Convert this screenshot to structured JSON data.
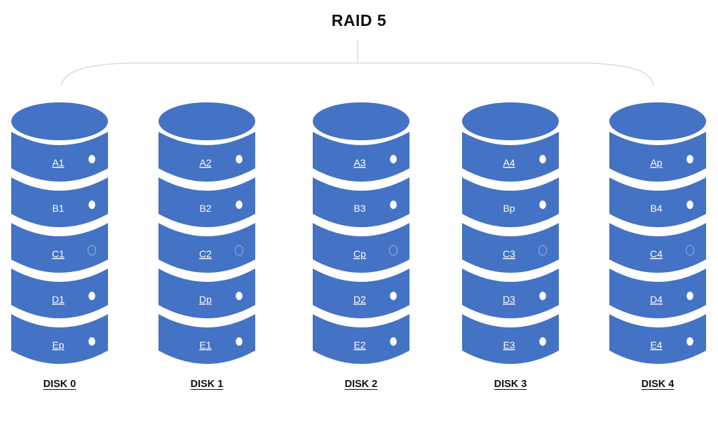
{
  "title": "RAID 5",
  "colors": {
    "disk_blue": "#4472C4",
    "led_white": "#FFFFFF",
    "led_ring": "#8FA3DA",
    "connector_gray": "#D6D6D6",
    "text_black": "#111111",
    "block_text": "#FFFFFF"
  },
  "disks": [
    {
      "label": "DISK 0",
      "blocks": [
        {
          "text": "A1",
          "underline": true,
          "led": "filled"
        },
        {
          "text": "B1",
          "underline": false,
          "led": "filled"
        },
        {
          "text": "C1",
          "underline": true,
          "led": "hollow"
        },
        {
          "text": "D1",
          "underline": true,
          "led": "filled"
        },
        {
          "text": "Ep",
          "underline": true,
          "led": "filled"
        }
      ]
    },
    {
      "label": "DISK 1",
      "blocks": [
        {
          "text": "A2",
          "underline": true,
          "led": "filled"
        },
        {
          "text": "B2",
          "underline": false,
          "led": "filled"
        },
        {
          "text": "C2",
          "underline": true,
          "led": "hollow"
        },
        {
          "text": "Dp",
          "underline": true,
          "led": "filled"
        },
        {
          "text": "E1",
          "underline": true,
          "led": "filled"
        }
      ]
    },
    {
      "label": "DISK 2",
      "blocks": [
        {
          "text": "A3",
          "underline": true,
          "led": "filled"
        },
        {
          "text": "B3",
          "underline": false,
          "led": "filled"
        },
        {
          "text": "Cp",
          "underline": true,
          "led": "hollow"
        },
        {
          "text": "D2",
          "underline": true,
          "led": "filled"
        },
        {
          "text": "E2",
          "underline": true,
          "led": "filled"
        }
      ]
    },
    {
      "label": "DISK 3",
      "blocks": [
        {
          "text": "A4",
          "underline": true,
          "led": "filled"
        },
        {
          "text": "Bp",
          "underline": false,
          "led": "filled"
        },
        {
          "text": "C3",
          "underline": true,
          "led": "hollow"
        },
        {
          "text": "D3",
          "underline": true,
          "led": "filled"
        },
        {
          "text": "E3",
          "underline": true,
          "led": "filled"
        }
      ]
    },
    {
      "label": "DISK 4",
      "blocks": [
        {
          "text": "Ap",
          "underline": true,
          "led": "filled"
        },
        {
          "text": "B4",
          "underline": false,
          "led": "filled"
        },
        {
          "text": "C4",
          "underline": true,
          "led": "hollow"
        },
        {
          "text": "D4",
          "underline": true,
          "led": "filled"
        },
        {
          "text": "E4",
          "underline": true,
          "led": "filled"
        }
      ]
    }
  ]
}
